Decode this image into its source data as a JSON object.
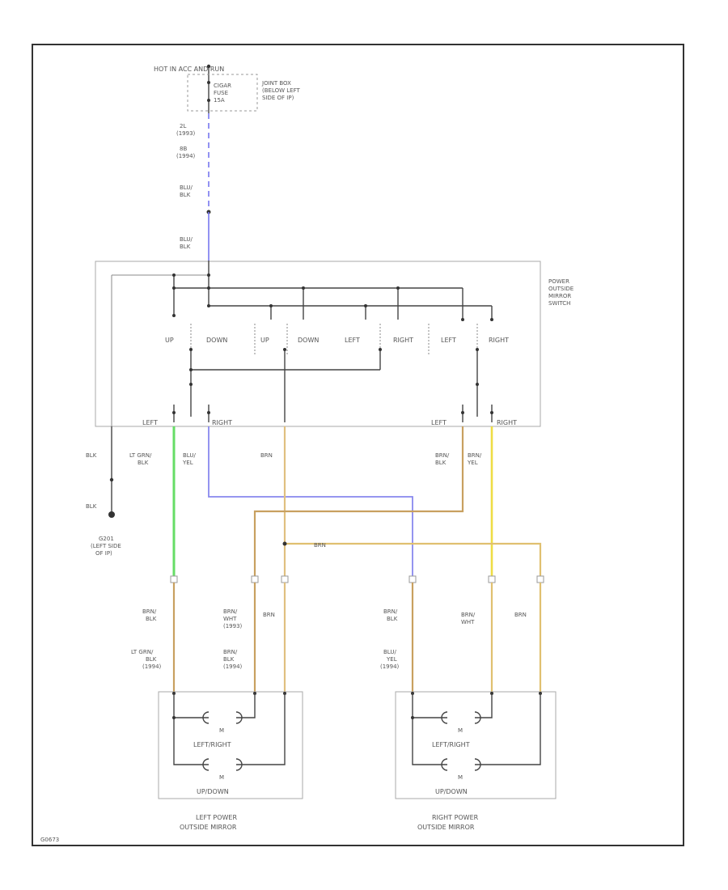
{
  "top": {
    "hot_label": "HOT IN ACC AND RUN",
    "fuse_label": [
      "CIGAR",
      "FUSE",
      "15A"
    ],
    "junction_label": [
      "JOINT BOX",
      "(BELOW LEFT",
      "SIDE OF IP)"
    ],
    "conn1": [
      "2L",
      "(1993)"
    ],
    "conn2": [
      "8B",
      "(1994)"
    ],
    "wire_top": [
      "BLU/",
      "BLK"
    ],
    "wire_top2": [
      "BLU/",
      "BLK"
    ]
  },
  "switch": {
    "title": [
      "POWER",
      "OUTSIDE",
      "MIRROR",
      "SWITCH"
    ],
    "positions": [
      "UP",
      "DOWN",
      "UP",
      "DOWN",
      "LEFT",
      "RIGHT",
      "LEFT",
      "RIGHT"
    ],
    "left_label": "LEFT",
    "right_label": "RIGHT",
    "left2_label": "LEFT",
    "right2_label": "RIGHT"
  },
  "ground": {
    "wire1": "BLK",
    "wire2": "BLK",
    "label": [
      "G201",
      "(LEFT SIDE",
      "OF IP)"
    ]
  },
  "wires_mid": {
    "w1": [
      "LT GRN/",
      "BLK"
    ],
    "w2": [
      "BLU/",
      "YEL"
    ],
    "w3": "BRN",
    "w4": [
      "BRN/",
      "BLK"
    ],
    "w5": [
      "BRN/",
      "YEL"
    ],
    "cross": "BRN"
  },
  "left_mirror": {
    "w1a": [
      "BRN/",
      "BLK"
    ],
    "w1b": [
      "LT GRN/",
      "BLK",
      "(1994)"
    ],
    "w2a": [
      "BRN/",
      "WHT",
      "(1993)"
    ],
    "w2b": [
      "BRN/",
      "BLK",
      "(1994)"
    ],
    "w3": "BRN",
    "motor1": "LEFT/RIGHT",
    "motor2": "UP/DOWN",
    "m": "M",
    "title": [
      "LEFT POWER",
      "OUTSIDE MIRROR"
    ]
  },
  "right_mirror": {
    "w1a": [
      "BRN/",
      "BLK"
    ],
    "w1b": [
      "BLU/",
      "YEL",
      "(1994)"
    ],
    "w2": [
      "BRN/",
      "WHT"
    ],
    "w3": "BRN",
    "motor1": "LEFT/RIGHT",
    "motor2": "UP/DOWN",
    "m": "M",
    "title": [
      "RIGHT POWER",
      "OUTSIDE MIRROR"
    ]
  },
  "corner_code": "G0673",
  "colors": {
    "blue": "#7777ee",
    "green": "#66dd66",
    "tan": "#e0c080",
    "yellow": "#eedd44",
    "brown": "#c8a060",
    "violet": "#8888ee"
  }
}
